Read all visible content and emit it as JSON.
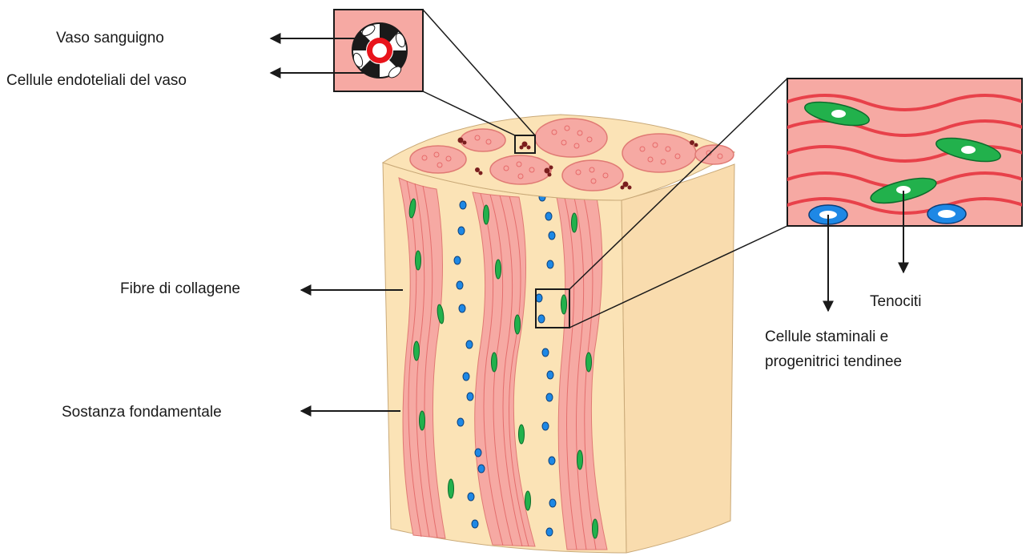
{
  "labels": {
    "blood_vessel": "Vaso sanguigno",
    "endothelial_cells": "Cellule endoteliali del vaso",
    "collagen_fibers": "Fibre di collagene",
    "ground_substance": "Sostanza fondamentale",
    "tenocytes": "Tenociti",
    "stem_cells_line1": "Cellule staminali e",
    "stem_cells_line2": "progenitrici tendinee"
  },
  "colors": {
    "matrix": "#fbe3b6",
    "fascicle": "#f6a9a3",
    "fiber_line": "#e66a6a",
    "tenocyte": "#22b14c",
    "stem_cell": "#1e88e5",
    "vessel": "#e8141b",
    "outline": "#1a1a1a"
  }
}
